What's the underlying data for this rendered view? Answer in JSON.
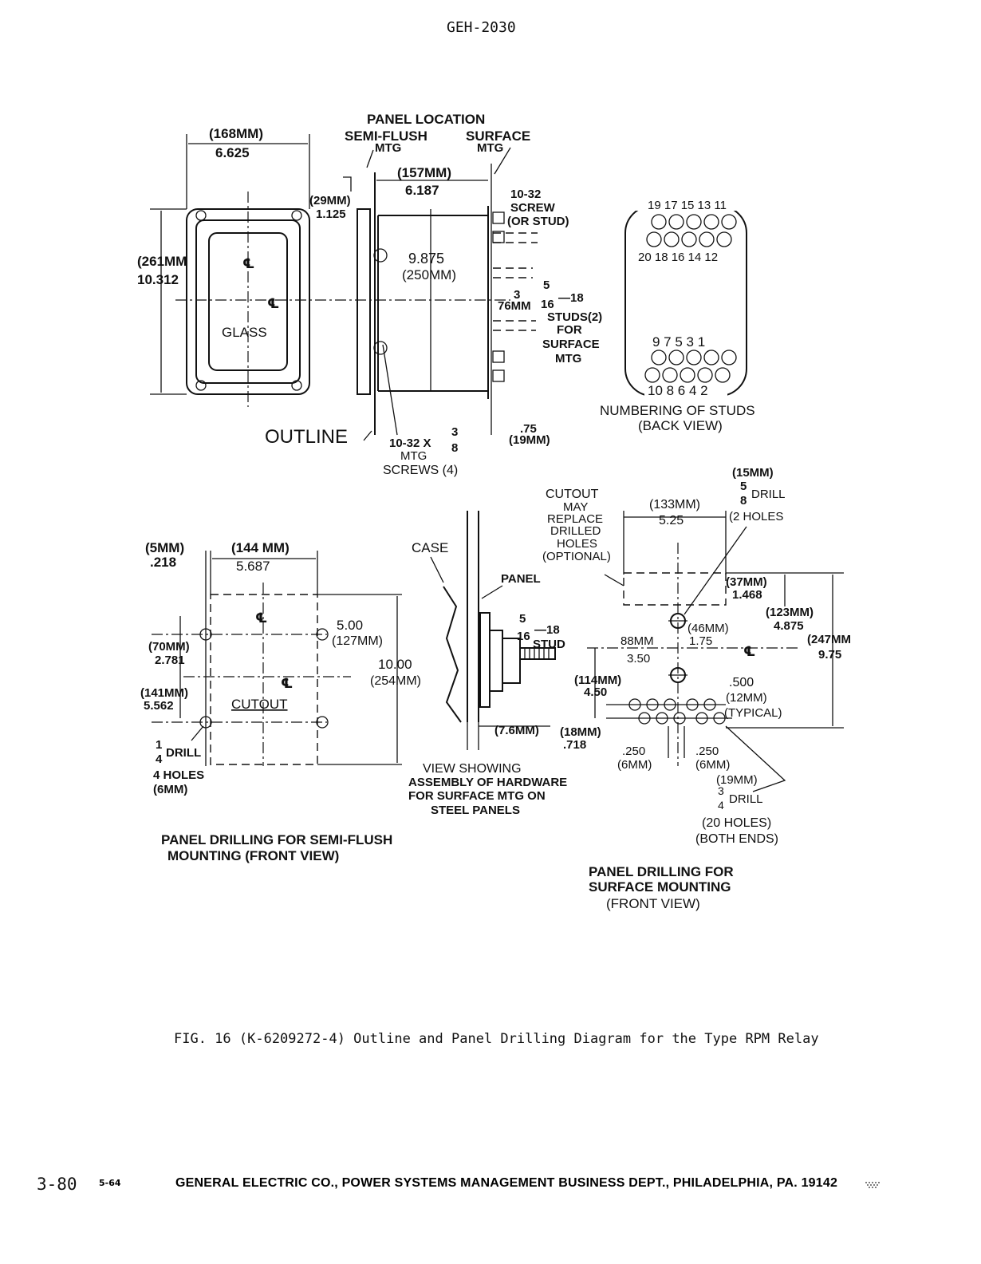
{
  "header": {
    "doc_id": "GEH-2030"
  },
  "outline": {
    "panel_location": "PANEL LOCATION",
    "semi_flush_line1": "SEMI-FLUSH",
    "semi_flush_line2": "MTG",
    "surface_line1": "SURFACE",
    "surface_line2": "MTG",
    "width_mm": "(168MM)",
    "width_in": "6.625",
    "depth_mm": "(157MM)",
    "depth_in": "6.187",
    "offset_mm": "(29MM)",
    "offset_in": "1.125",
    "height_mm": "(261MM",
    "height_in": "10.312",
    "inner_in": "9.875",
    "inner_mm": "(250MM)",
    "screw_line1": "10-32",
    "screw_line2": "SCREW",
    "screw_line3": "(OR STUD)",
    "stud_num": "5",
    "stud_den": "16",
    "stud_thread": "—18",
    "studs_label": "STUDS(2)",
    "for_label": "FOR",
    "surface_label": "SURFACE",
    "mtg_label": "MTG",
    "stud_off_in": "3",
    "stud_off_mm": "76MM",
    "glass": "GLASS",
    "centerline": "℄",
    "outline_label": "OUTLINE",
    "mtg_screws_line1": "10-32 X",
    "mtg_screws_num": "3",
    "mtg_screws_den": "8",
    "mtg_screws_line2": "MTG",
    "mtg_screws_line3": "SCREWS (4)",
    "flange_in": ".75",
    "flange_mm": "(19MM)"
  },
  "studs": {
    "top_numbers": "19 17 15 13 11",
    "mid_numbers": "20 18 16 14 12",
    "low_numbers": "9  7  5  3  1",
    "bottom_numbers": "10 8 6 4 2",
    "title": "NUMBERING OF STUDS",
    "subtitle": "(BACK VIEW)"
  },
  "semi_flush": {
    "edge_mm": "(5MM)",
    "edge_in": ".218",
    "width_mm": "(144 MM)",
    "width_in": "5.687",
    "hole_v_in": "5.00",
    "hole_v_mm": "(127MM)",
    "height_in": "10.00",
    "height_mm": "(254MM)",
    "top_mm": "(70MM)",
    "top_in": "2.781",
    "lower_mm": "(141MM)",
    "lower_in": "5.562",
    "cutout": "CUTOUT",
    "drill_num": "1",
    "drill_den": "4",
    "drill": "DRILL",
    "holes": "4 HOLES",
    "holes_mm": "(6MM)",
    "title_line1": "PANEL DRILLING FOR SEMI-FLUSH",
    "title_line2": "MOUNTING (FRONT VIEW)"
  },
  "assembly": {
    "case": "CASE",
    "panel": "PANEL",
    "stud_num": "5",
    "stud_den": "16",
    "stud_thread": "—18",
    "stud": "STUD",
    "gap_mm": "(7.6MM)",
    "depth_mm": "(18MM)",
    "depth_in": ".718",
    "title_line1": "VIEW SHOWING",
    "title_line2": "ASSEMBLY OF HARDWARE",
    "title_line3": "FOR SURFACE MTG ON",
    "title_line4": "STEEL PANELS"
  },
  "surface": {
    "cutout_note_line1": "CUTOUT",
    "cutout_note_line2": "MAY",
    "cutout_note_line3": "REPLACE",
    "cutout_note_line4": "DRILLED",
    "cutout_note_line5": "HOLES",
    "cutout_note_line6": "(OPTIONAL)",
    "span_mm": "(133MM)",
    "span_in": "5.25",
    "big_drill_mm": "(15MM)",
    "big_drill_num": "5",
    "big_drill_den": "8",
    "big_drill": "DRILL",
    "big_drill_holes": "(2 HOLES",
    "d37_mm": "(37MM)",
    "d37_in": "1.468",
    "d123_mm": "(123MM)",
    "d123_in": "4.875",
    "d247_mm": "(247MM",
    "d247_in": "9.75",
    "d46_mm": "(46MM)",
    "d46_in": "1.75",
    "d88_mm": "88MM",
    "d88_in": "3.50",
    "d114_mm": "(114MM)",
    "d114_in": "4.50",
    "d500_in": ".500",
    "d500_mm": "(12MM)",
    "typical": "(TYPICAL)",
    "d250a_in": ".250",
    "d250a_mm": "(6MM)",
    "d250b_in": ".250",
    "d250b_mm": "(6MM)",
    "small_drill_mm": "(19MM)",
    "small_drill_num": "3",
    "small_drill_den": "4",
    "small_drill": "DRILL",
    "small_drill_holes": "(20 HOLES)",
    "small_drill_ends": "(BOTH ENDS)",
    "title_line1": "PANEL DRILLING FOR",
    "title_line2": "SURFACE MOUNTING",
    "title_line3": "(FRONT VIEW)"
  },
  "caption": "FIG. 16   (K-6209272-4) Outline and Panel Drilling Diagram for the Type RPM Relay",
  "footer": {
    "page": "3-80",
    "date": "5-64",
    "org": "GENERAL ELECTRIC CO., POWER SYSTEMS MANAGEMENT BUSINESS DEPT., PHILADELPHIA, PA. 19142"
  }
}
